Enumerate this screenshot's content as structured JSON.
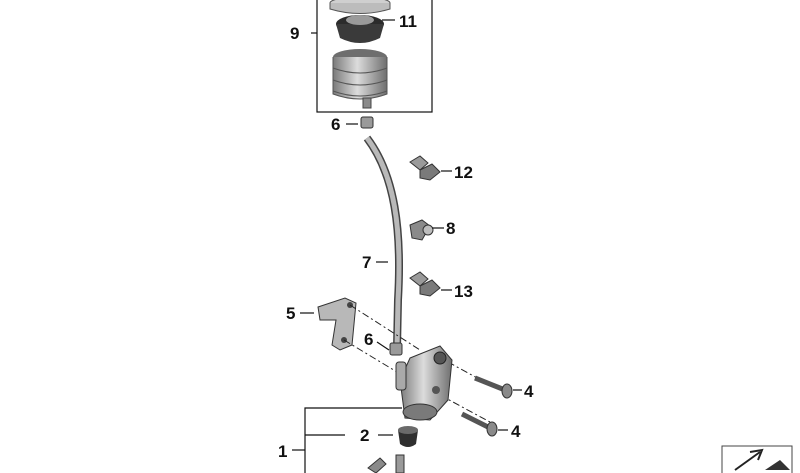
{
  "callouts": [
    {
      "id": "c1",
      "text": "1"
    },
    {
      "id": "c2",
      "text": "2"
    },
    {
      "id": "c4a",
      "text": "4"
    },
    {
      "id": "c4b",
      "text": "4"
    },
    {
      "id": "c5",
      "text": "5"
    },
    {
      "id": "c6a",
      "text": "6"
    },
    {
      "id": "c6b",
      "text": "6"
    },
    {
      "id": "c7",
      "text": "7"
    },
    {
      "id": "c8",
      "text": "8"
    },
    {
      "id": "c9",
      "text": "9"
    },
    {
      "id": "c11",
      "text": "11"
    },
    {
      "id": "c12",
      "text": "12"
    },
    {
      "id": "c13",
      "text": "13"
    }
  ],
  "colors": {
    "part_light": "#d6d6d6",
    "part_mid": "#a9a9a9",
    "part_dark": "#4a4a4a",
    "line": "#111111"
  },
  "icons": [
    "diagonal-arrow-icon"
  ]
}
